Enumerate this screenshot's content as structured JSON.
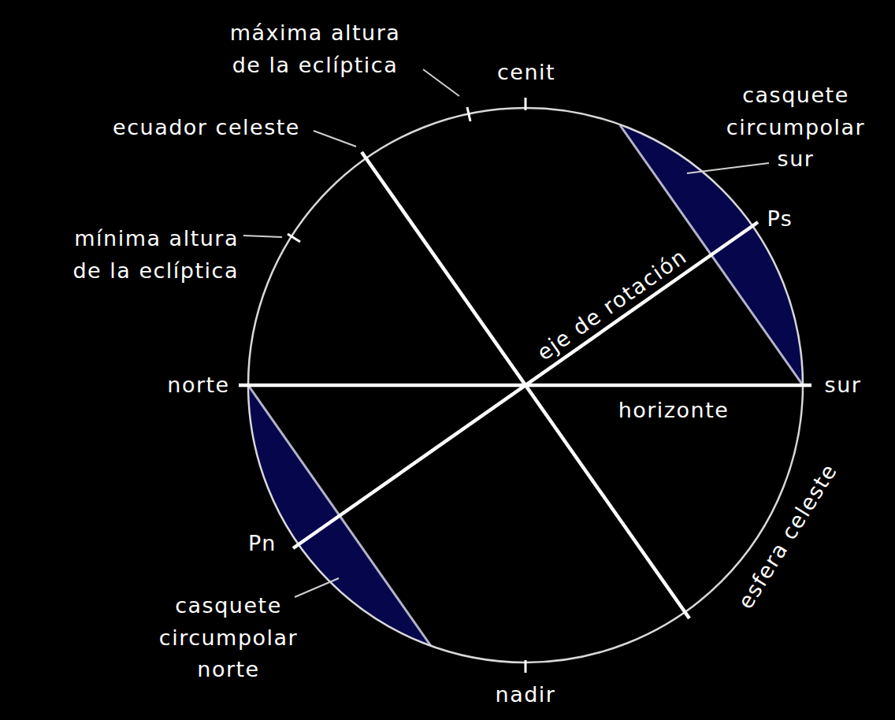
{
  "diagram": {
    "labels": [
      "máxima altura de la eclíptica",
      "cenit",
      "casquete circumpolar sur",
      "ecuador celeste",
      "Ps",
      "mínima altura de la eclíptica",
      "eje de rotación",
      "norte",
      "sur",
      "horizonte",
      "esfera celeste",
      "Pn",
      "casquete circumpolar norte",
      "nadir"
    ]
  }
}
